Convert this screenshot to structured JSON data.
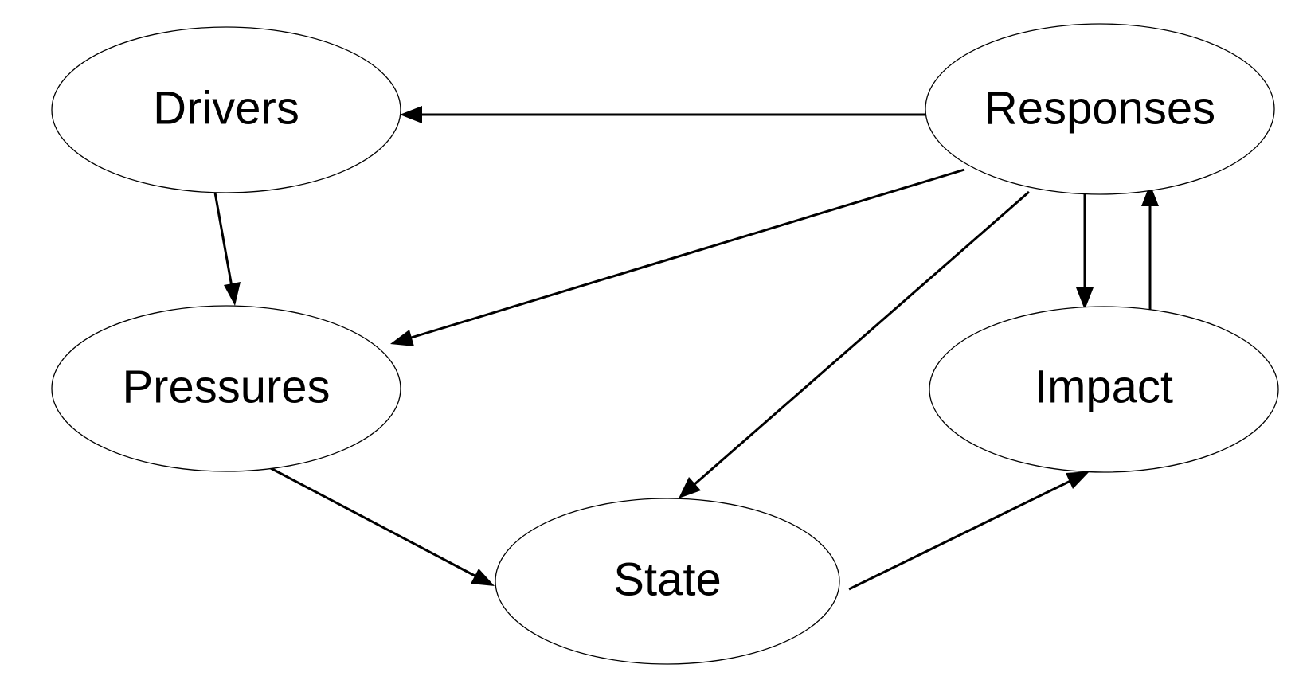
{
  "diagram": {
    "type": "DPSIR flow diagram",
    "nodes": {
      "drivers": "Drivers",
      "pressures": "Pressures",
      "state": "State",
      "impact": "Impact",
      "responses": "Responses"
    },
    "edges": [
      {
        "from": "drivers",
        "to": "pressures"
      },
      {
        "from": "pressures",
        "to": "state"
      },
      {
        "from": "state",
        "to": "impact"
      },
      {
        "from": "impact",
        "to": "responses"
      },
      {
        "from": "responses",
        "to": "impact"
      },
      {
        "from": "responses",
        "to": "drivers"
      },
      {
        "from": "responses",
        "to": "pressures"
      },
      {
        "from": "responses",
        "to": "state"
      }
    ],
    "colors": {
      "stroke": "#000000",
      "background": "#ffffff"
    }
  }
}
